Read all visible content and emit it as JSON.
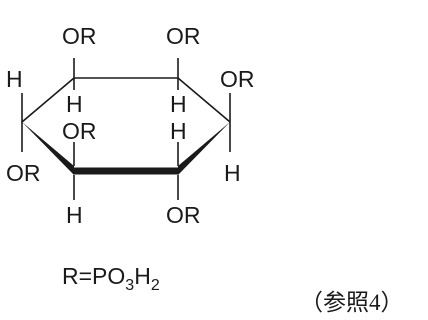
{
  "structure": {
    "atoms": {
      "or_top_left": "OR",
      "or_top_right": "OR",
      "or_right": "OR",
      "or_center": "OR",
      "or_left": "OR",
      "or_bottom": "OR",
      "h_left": "H",
      "h_c1": "H",
      "h_c2": "H",
      "h_c4": "H",
      "h_right": "H",
      "h_bottom": "H"
    }
  },
  "formula": {
    "r_prefix": "R=PO",
    "sub_3": "3",
    "h_mid": "H",
    "sub_2": "2"
  },
  "reference": {
    "label": "（参照4）"
  }
}
